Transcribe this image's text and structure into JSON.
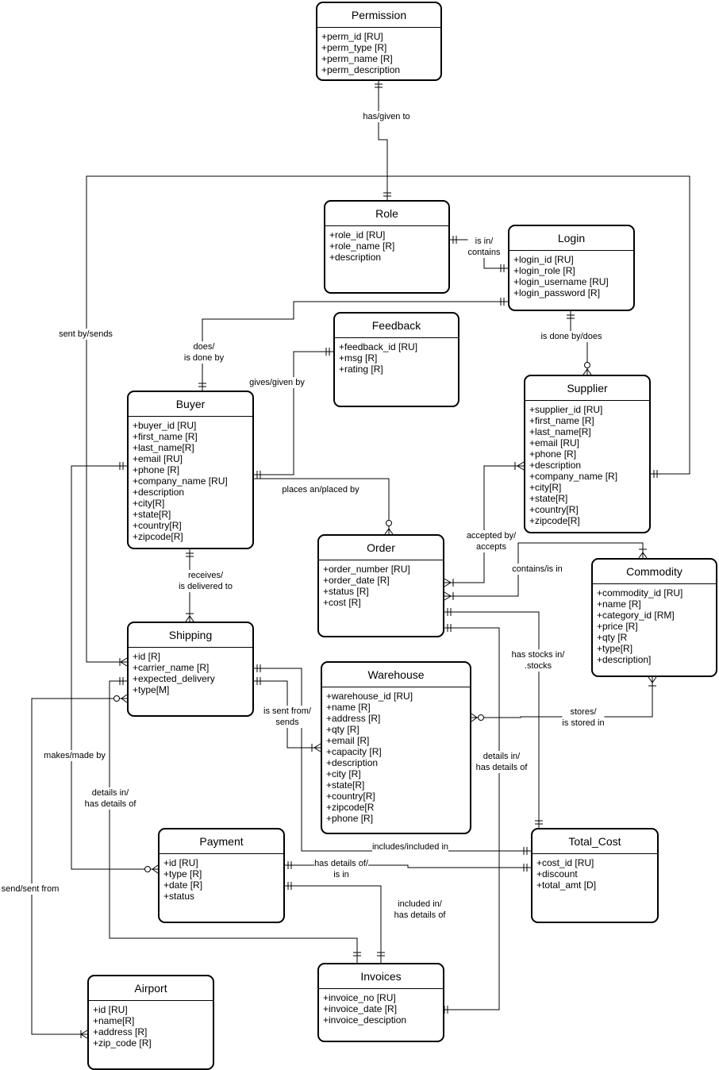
{
  "entities": {
    "permission": {
      "title": "Permission",
      "attrs": [
        "+perm_id [RU]",
        "+perm_type [R]",
        "+perm_name [R]",
        "+perm_description"
      ]
    },
    "role": {
      "title": "Role",
      "attrs": [
        "+role_id [RU]",
        "+role_name [R]",
        "+description"
      ]
    },
    "login": {
      "title": "Login",
      "attrs": [
        "+login_id [RU]",
        "+login_role [R]",
        "+login_username [RU]",
        "+login_password [R]"
      ]
    },
    "feedback": {
      "title": "Feedback",
      "attrs": [
        "+feedback_id [RU]",
        "+msg [R]",
        "+rating [R]"
      ]
    },
    "buyer": {
      "title": "Buyer",
      "attrs": [
        "+buyer_id [RU]",
        "+first_name [R]",
        "+last_name[R]",
        "+email [RU]",
        "+phone [R]",
        "+company_name [RU]",
        "+description",
        "+city[R]",
        "+state[R]",
        "+country[R]",
        "+zipcode[R]"
      ]
    },
    "supplier": {
      "title": "Supplier",
      "attrs": [
        "+supplier_id [RU]",
        "+first_name [R]",
        "+last_name[R]",
        "+email [RU]",
        "+phone [R]",
        "+description",
        "+company_name [R]",
        "+city[R]",
        "+state[R]",
        "+country[R]",
        "+zipcode[R]"
      ]
    },
    "order": {
      "title": "Order",
      "attrs": [
        "+order_number [RU]",
        "+order_date [R]",
        "+status [R]",
        "+cost [R]"
      ]
    },
    "commodity": {
      "title": "Commodity",
      "attrs": [
        "+commodity_id [RU]",
        "+name [R]",
        "+category_id [RM]",
        "+price [R]",
        "+qty [R",
        "+type[R]",
        "+description]"
      ]
    },
    "shipping": {
      "title": "Shipping",
      "attrs": [
        "+id [R]",
        "+carrier_name [R]",
        "+expected_delivery",
        "+type[M]"
      ]
    },
    "warehouse": {
      "title": "Warehouse",
      "attrs": [
        "+warehouse_id [RU]",
        "+name [R]",
        "+address [R]",
        "+qty [R]",
        "+email [R]",
        "+capacity [R]",
        "+description",
        "+city [R]",
        "+state[R]",
        "+country[R]",
        "+zipcode[R",
        "+phone [R]"
      ]
    },
    "payment": {
      "title": "Payment",
      "attrs": [
        "+id [RU]",
        "+type [R]",
        "+date [R]",
        "+status"
      ]
    },
    "total_cost": {
      "title": "Total_Cost",
      "attrs": [
        "+cost_id [RU]",
        "+discount",
        "+total_amt [D]"
      ]
    },
    "invoices": {
      "title": "Invoices",
      "attrs": [
        "+invoice_no [RU]",
        "+invoice_date [R]",
        "+invoice_desciption"
      ]
    },
    "airport": {
      "title": "Airport",
      "attrs": [
        "+id [RU]",
        "+name[R]",
        "+address [R]",
        "+zip_code [R]"
      ]
    }
  },
  "relationships": [
    {
      "key": "has-given-to",
      "text": "has/given to"
    },
    {
      "key": "sent-by-sends",
      "text": "sent by/sends"
    },
    {
      "key": "is-in-contains",
      "text": "is in/\ncontains"
    },
    {
      "key": "does-is-done-by",
      "text": "does/\nis done by"
    },
    {
      "key": "is-done-by-does",
      "text": "is done by/does"
    },
    {
      "key": "gives-given-by",
      "text": "gives/given by"
    },
    {
      "key": "places-an-placed-by",
      "text": "places an/placed by"
    },
    {
      "key": "accepted-by-accepts",
      "text": "accepted by/\naccepts"
    },
    {
      "key": "contains-is-in",
      "text": "contains/is in"
    },
    {
      "key": "receives-is-delivered-to",
      "text": "receives/\nis delivered to"
    },
    {
      "key": "has-stocks-in-stocks",
      "text": "has stocks in/\n.stocks"
    },
    {
      "key": "is-sent-from-sends",
      "text": "is sent from/\nsends"
    },
    {
      "key": "stores-is-stored-in",
      "text": "stores/\nis stored in"
    },
    {
      "key": "makes-made-by",
      "text": "makes/made by"
    },
    {
      "key": "details-in-has-details-of-left",
      "text": "details in/\nhas details of"
    },
    {
      "key": "details-in-has-details-of-right",
      "text": "details in/\nhas details of"
    },
    {
      "key": "includes-included-in",
      "text": "includes/included in"
    },
    {
      "key": "has-details-of-is-in",
      "text": "has details of/\nis in"
    },
    {
      "key": "included-in-has-details-of",
      "text": "included in/\nhas details of"
    },
    {
      "key": "send-sent-from",
      "text": "send/sent from"
    }
  ]
}
